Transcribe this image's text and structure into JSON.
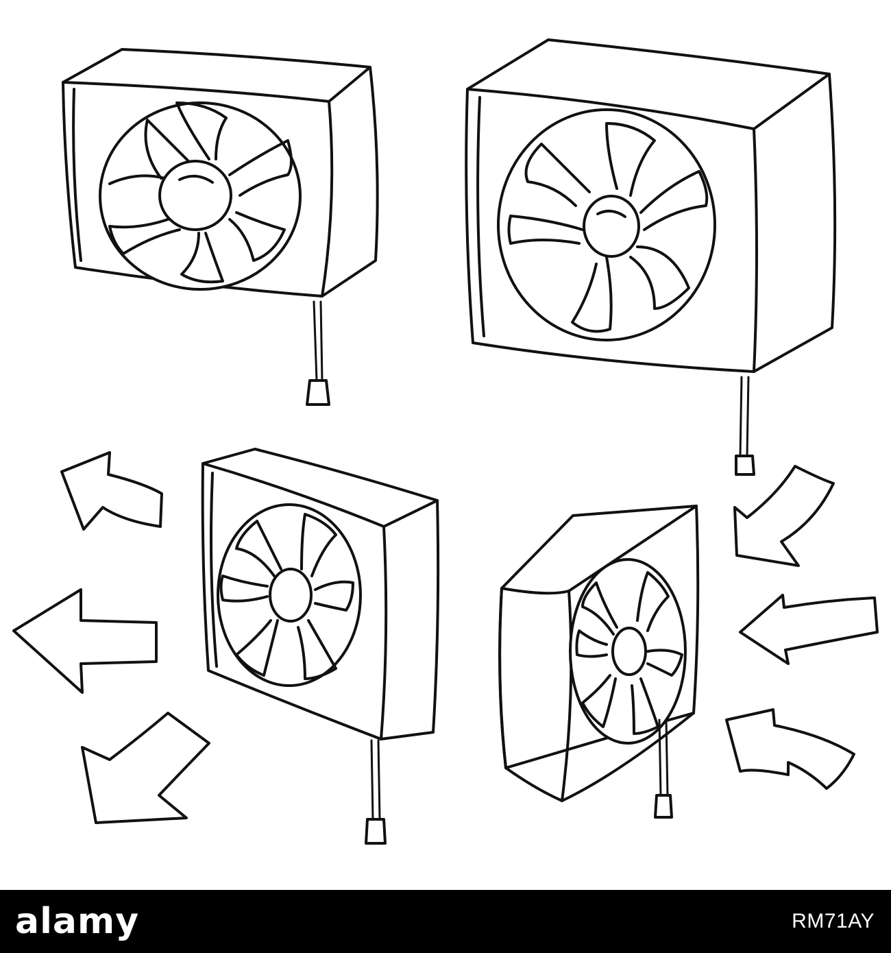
{
  "footer": {
    "logo_text": "alamy",
    "image_id": "RM71AY"
  },
  "colors": {
    "background": "#ffffff",
    "ink": "#111111",
    "footer_background": "#000000",
    "footer_text": "#ffffff"
  },
  "illustration": {
    "objects": [
      "exhaust-fan",
      "exhaust-fan",
      "exhaust-fan",
      "exhaust-fan"
    ],
    "arrows": [
      "arrow-up-left",
      "arrow-left",
      "arrow-down-left",
      "arrow-down-left",
      "arrow-left",
      "arrow-left"
    ]
  }
}
